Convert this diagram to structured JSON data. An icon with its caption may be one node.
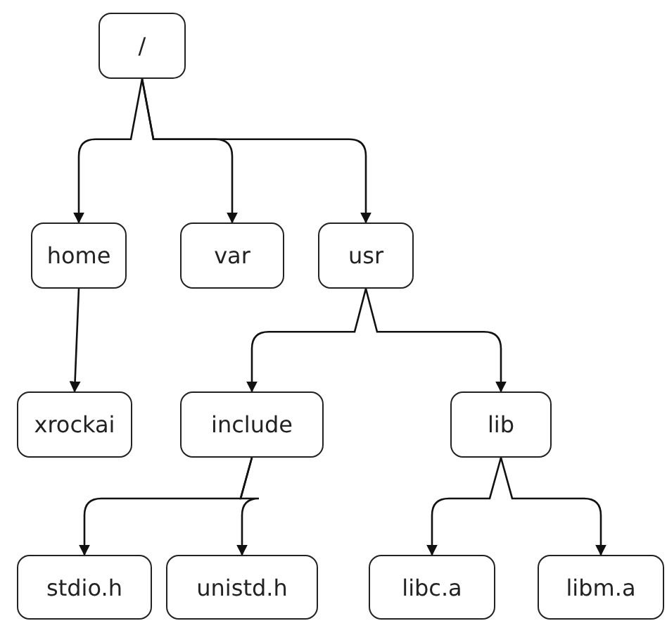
{
  "diagram": {
    "nodes": [
      {
        "text": [
          "/"
        ]
      },
      {
        "text": [
          "home"
        ]
      },
      {
        "text": [
          "var"
        ]
      },
      {
        "text": [
          "usr"
        ]
      },
      {
        "text": [
          "xrockai"
        ]
      },
      {
        "text": [
          "include"
        ]
      },
      {
        "text": [
          "lib"
        ]
      },
      {
        "text": [
          "stdio.h"
        ]
      },
      {
        "text": [
          "unistd.h"
        ]
      },
      {
        "text": [
          "libc.a"
        ]
      },
      {
        "text": [
          "libm.a"
        ]
      }
    ],
    "edges": [
      {
        "from": 0,
        "to": 1,
        "arrow": "to"
      },
      {
        "from": 0,
        "to": 2,
        "arrow": "to"
      },
      {
        "from": 0,
        "to": 3,
        "arrow": "to"
      },
      {
        "from": 1,
        "to": 4,
        "arrow": "to"
      },
      {
        "from": 3,
        "to": 5,
        "arrow": "to"
      },
      {
        "from": 3,
        "to": 6,
        "arrow": "to"
      },
      {
        "from": 5,
        "to": 7,
        "arrow": "to"
      },
      {
        "from": 5,
        "to": 8,
        "arrow": "to"
      },
      {
        "from": 6,
        "to": 9,
        "arrow": "to"
      },
      {
        "from": 6,
        "to": 10,
        "arrow": "to"
      }
    ]
  }
}
